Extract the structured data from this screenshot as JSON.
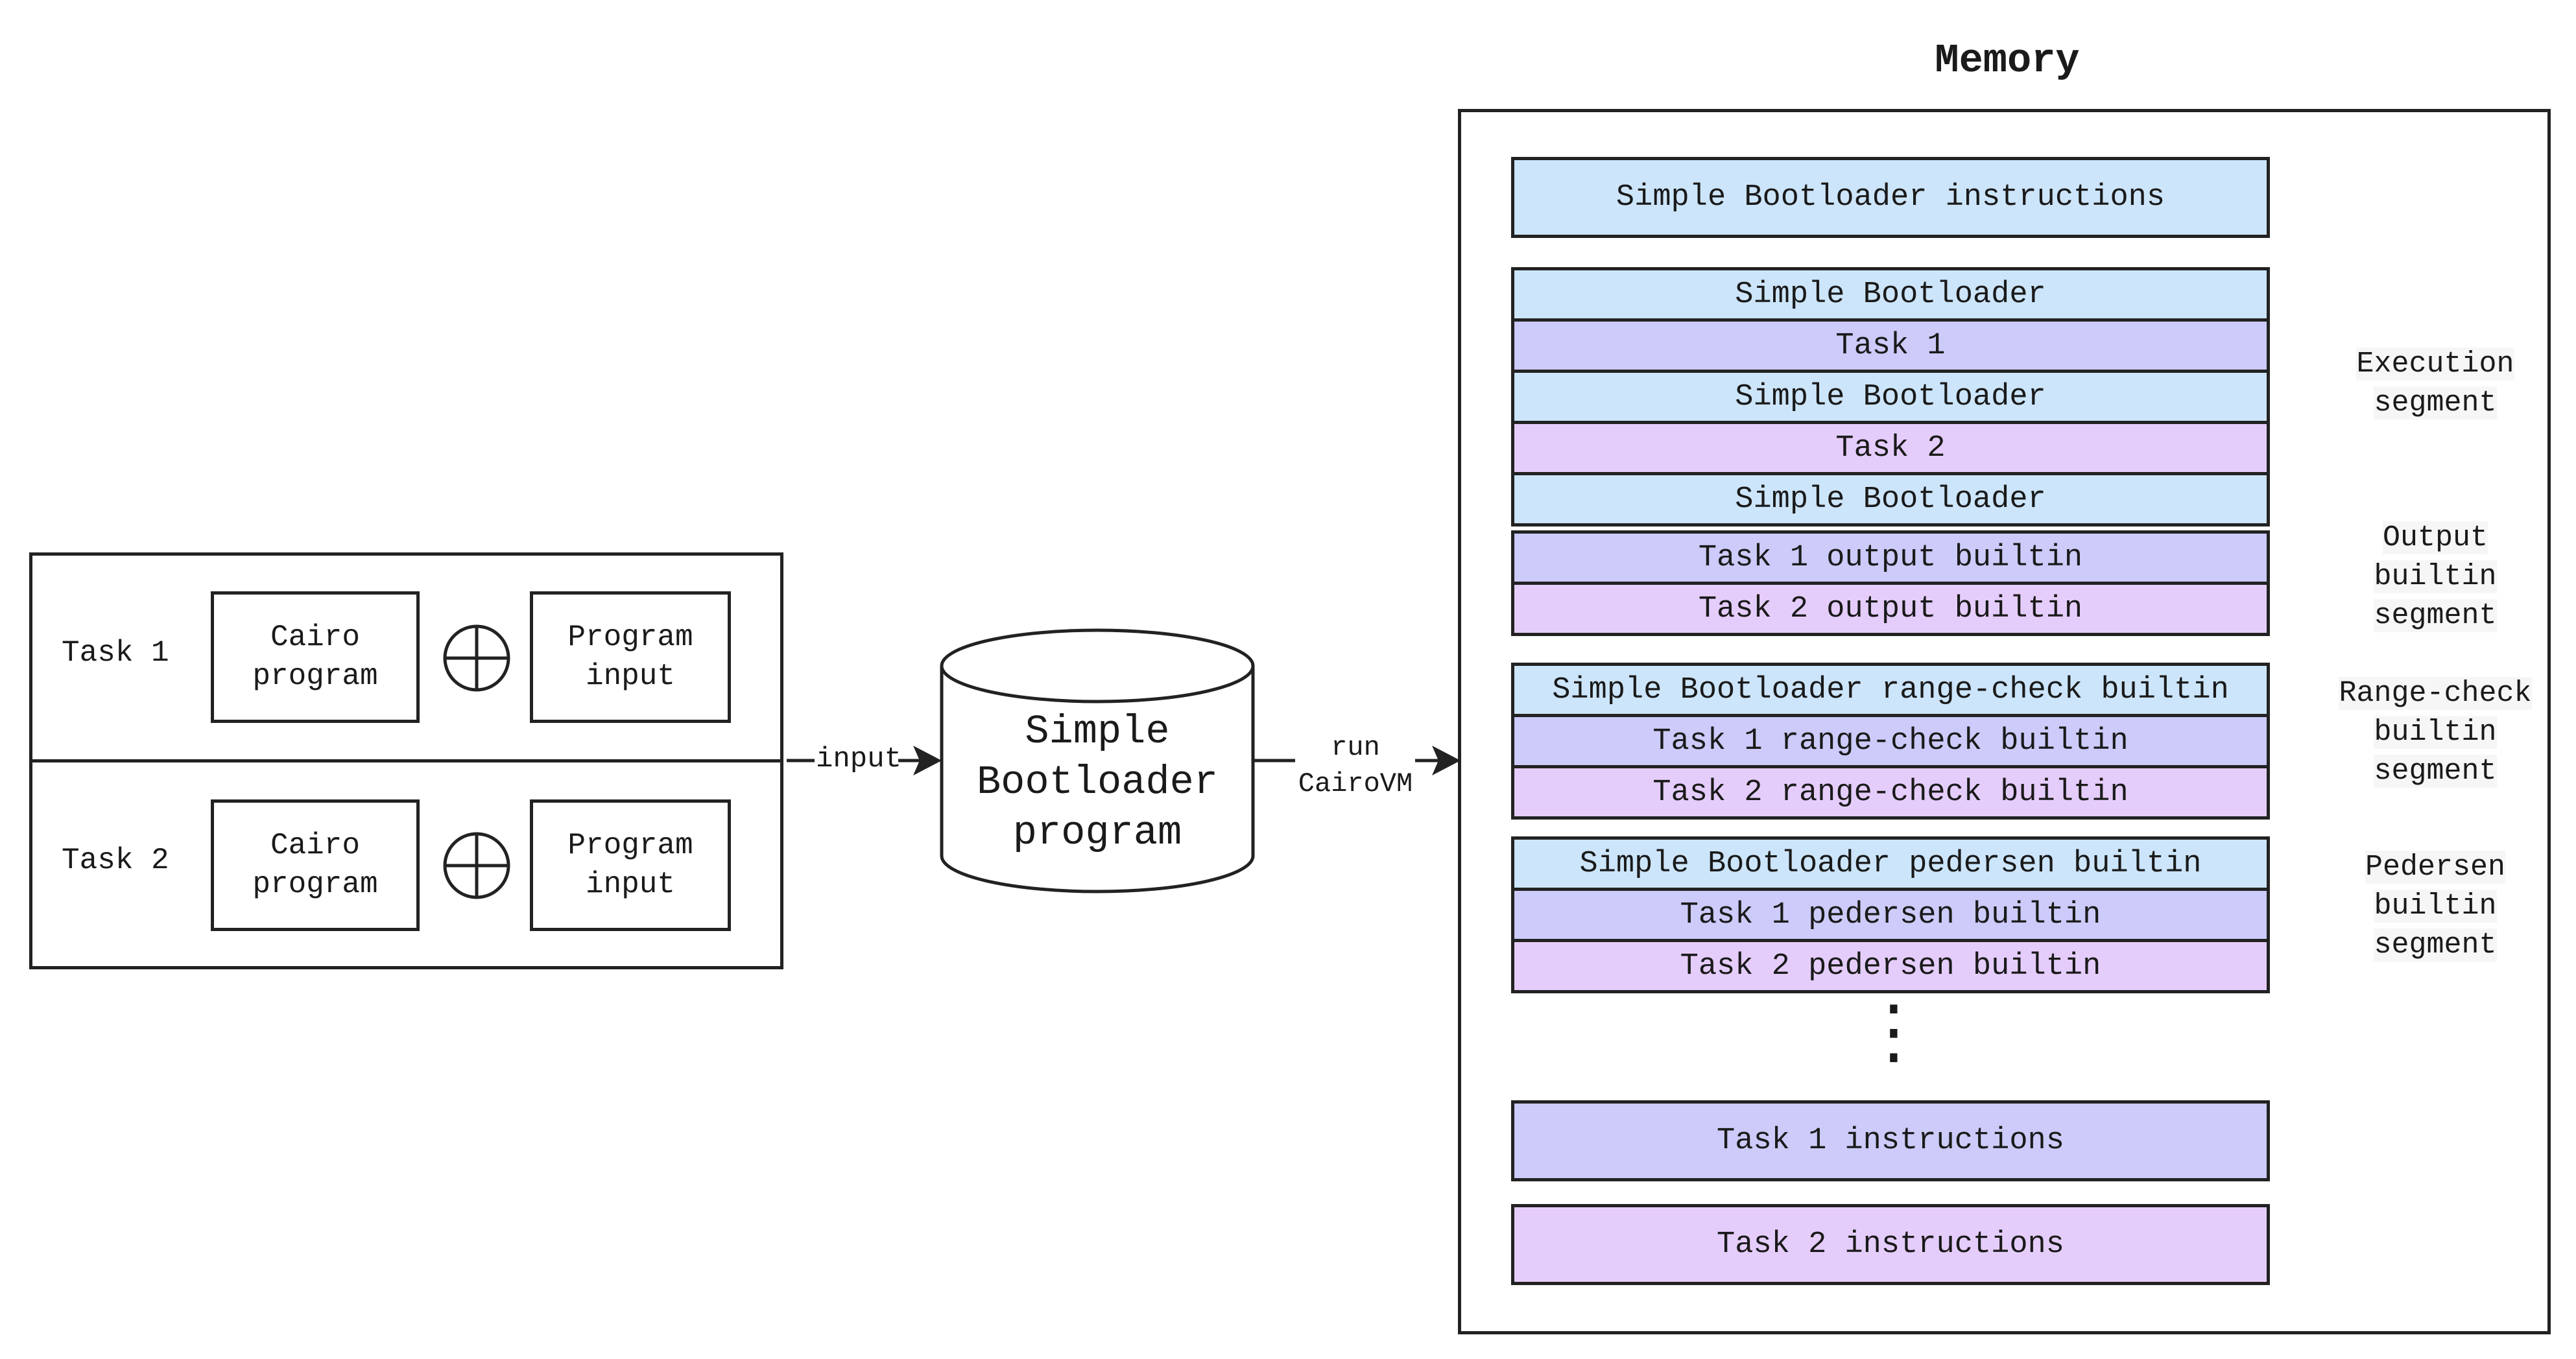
{
  "memory_title": "Memory",
  "tasks": [
    {
      "label": "Task 1",
      "program": "Cairo\nprogram",
      "input": "Program\ninput"
    },
    {
      "label": "Task 2",
      "program": "Cairo\nprogram",
      "input": "Program\ninput"
    }
  ],
  "arrows": {
    "input": "input",
    "run": "run\nCairoVM"
  },
  "bootloader": "Simple\nBootloader\nprogram",
  "memory": {
    "instructions_top": "Simple Bootloader instructions",
    "execution": [
      "Simple Bootloader",
      "Task 1",
      "Simple Bootloader",
      "Task 2",
      "Simple Bootloader"
    ],
    "output": [
      "Task 1 output builtin",
      "Task 2 output builtin"
    ],
    "range_check": [
      "Simple Bootloader range-check builtin",
      "Task 1 range-check builtin",
      "Task 2 range-check builtin"
    ],
    "pedersen": [
      "Simple Bootloader pedersen builtin",
      "Task 1 pedersen builtin",
      "Task 2 pedersen builtin"
    ],
    "ellipsis": "⋮",
    "task1_instructions": "Task 1 instructions",
    "task2_instructions": "Task 2 instructions"
  },
  "segment_labels": {
    "execution": "Execution\nsegment",
    "output": "Output\nbuiltin\nsegment",
    "range_check": "Range-check\nbuiltin\nsegment",
    "pedersen": "Pedersen\nbuiltin\nsegment"
  },
  "colors": {
    "bootloader": "#cce5fb",
    "task1": "#cccbfa",
    "task2": "#e5cdfb"
  }
}
